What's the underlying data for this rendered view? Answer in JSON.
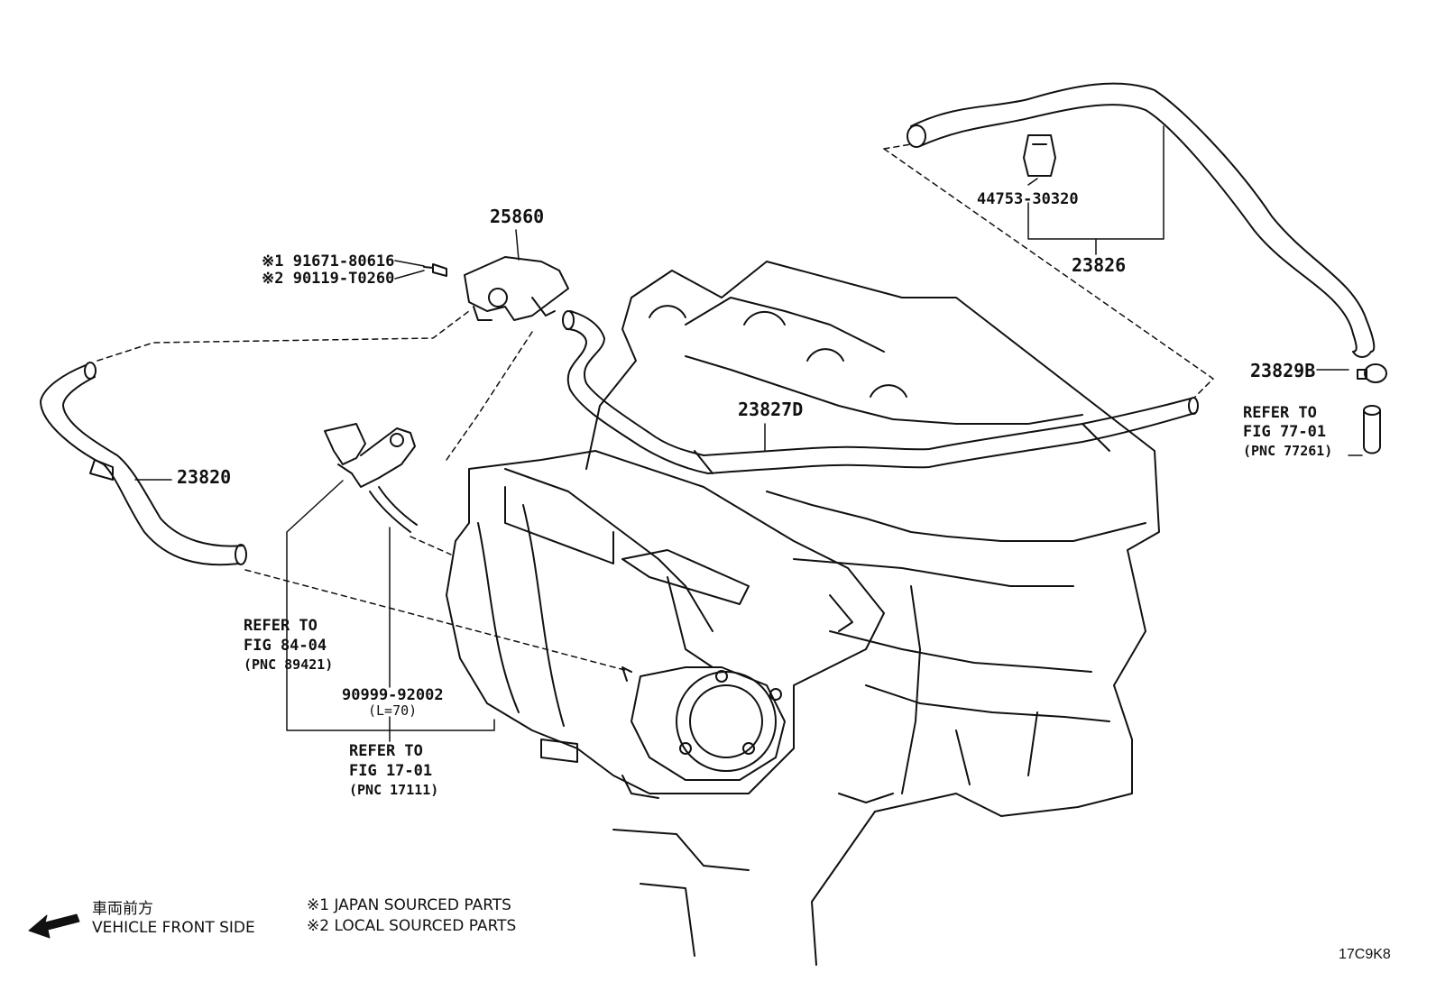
{
  "labels": {
    "p25860": "25860",
    "p23826": "23826",
    "p44753": "44753-30320",
    "p23829b": "23829B",
    "p23827d": "23827D",
    "p23820": "23820",
    "p91671": "※1 91671-80616",
    "p90119": "※2 90119-T0260",
    "p90999": "90999-92002",
    "p90999_len": "(L=70)"
  },
  "refs": [
    {
      "line1": "REFER TO",
      "line2": "FIG 77-01",
      "line3": "(PNC 77261)"
    },
    {
      "line1": "REFER TO",
      "line2": "FIG 84-04",
      "line3": "(PNC 89421)"
    },
    {
      "line1": "REFER TO",
      "line2": "FIG 17-01",
      "line3": "(PNC 17111)"
    }
  ],
  "legend": {
    "front_jp": "車両前方",
    "front_en": "VEHICLE FRONT SIDE",
    "note1": "※1 JAPAN SOURCED PARTS",
    "note2": "※2 LOCAL SOURCED PARTS"
  },
  "diagram_code": "17C9K8"
}
